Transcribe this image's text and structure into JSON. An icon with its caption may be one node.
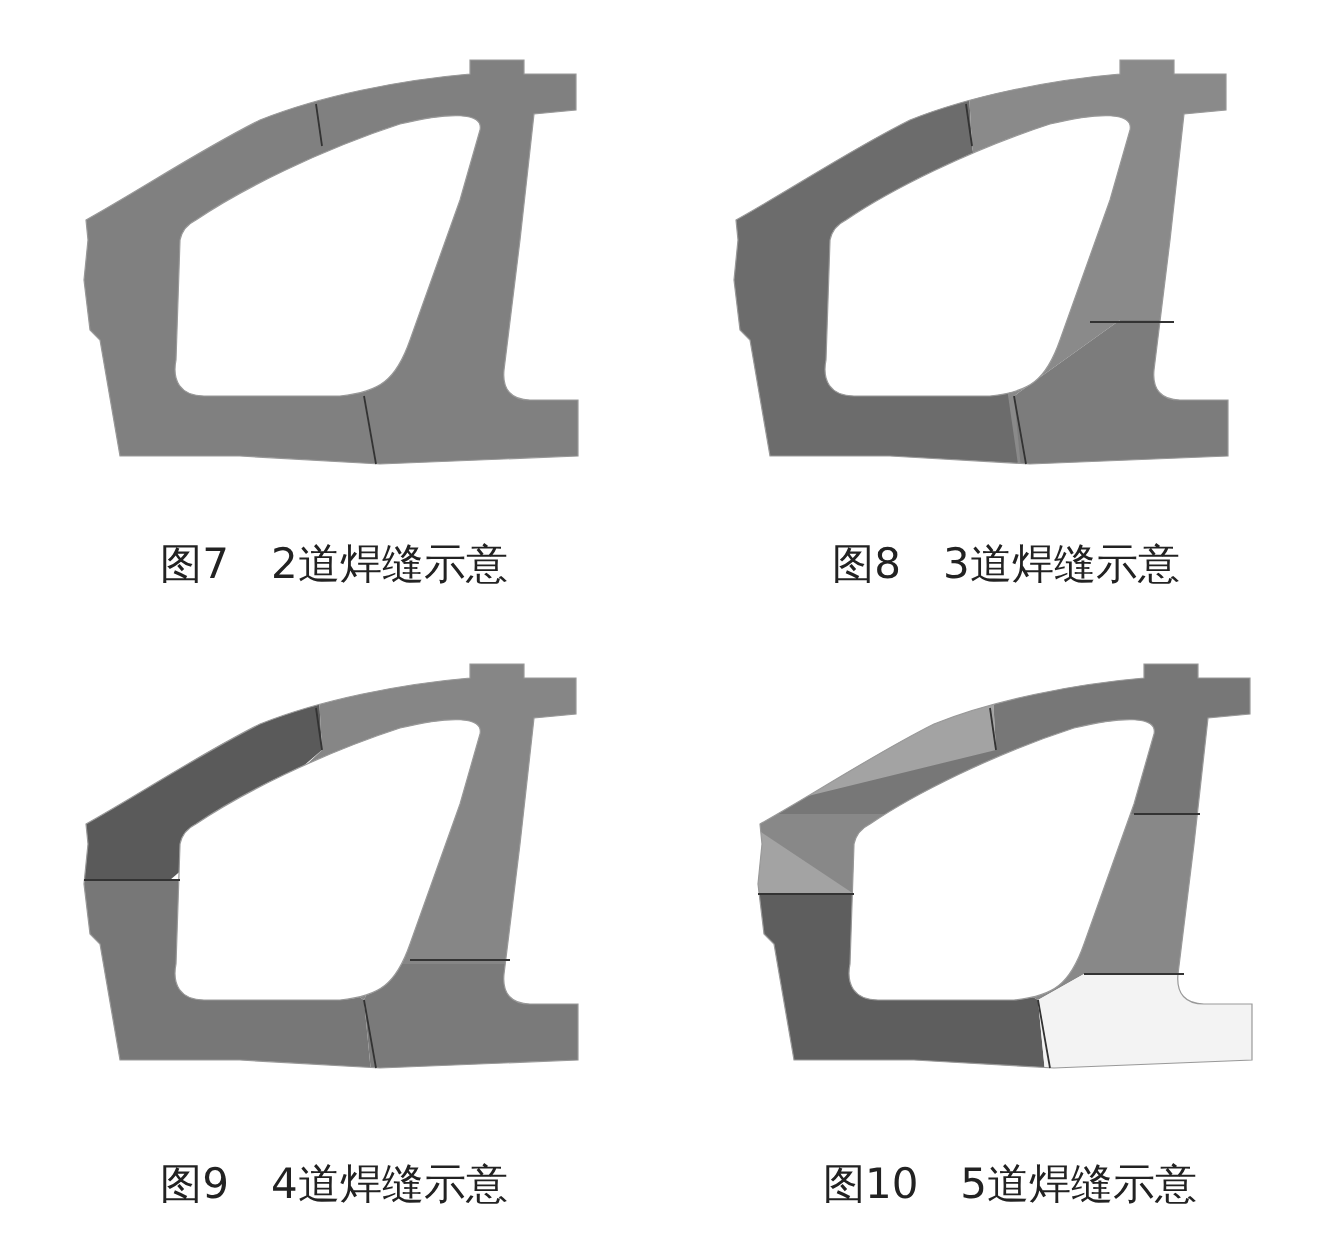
{
  "diagram": {
    "labels": [
      "图7　2道焊缝示意",
      "图8　3道焊缝示意",
      "图9　4道焊缝示意",
      "图10　5道焊缝示意"
    ]
  }
}
